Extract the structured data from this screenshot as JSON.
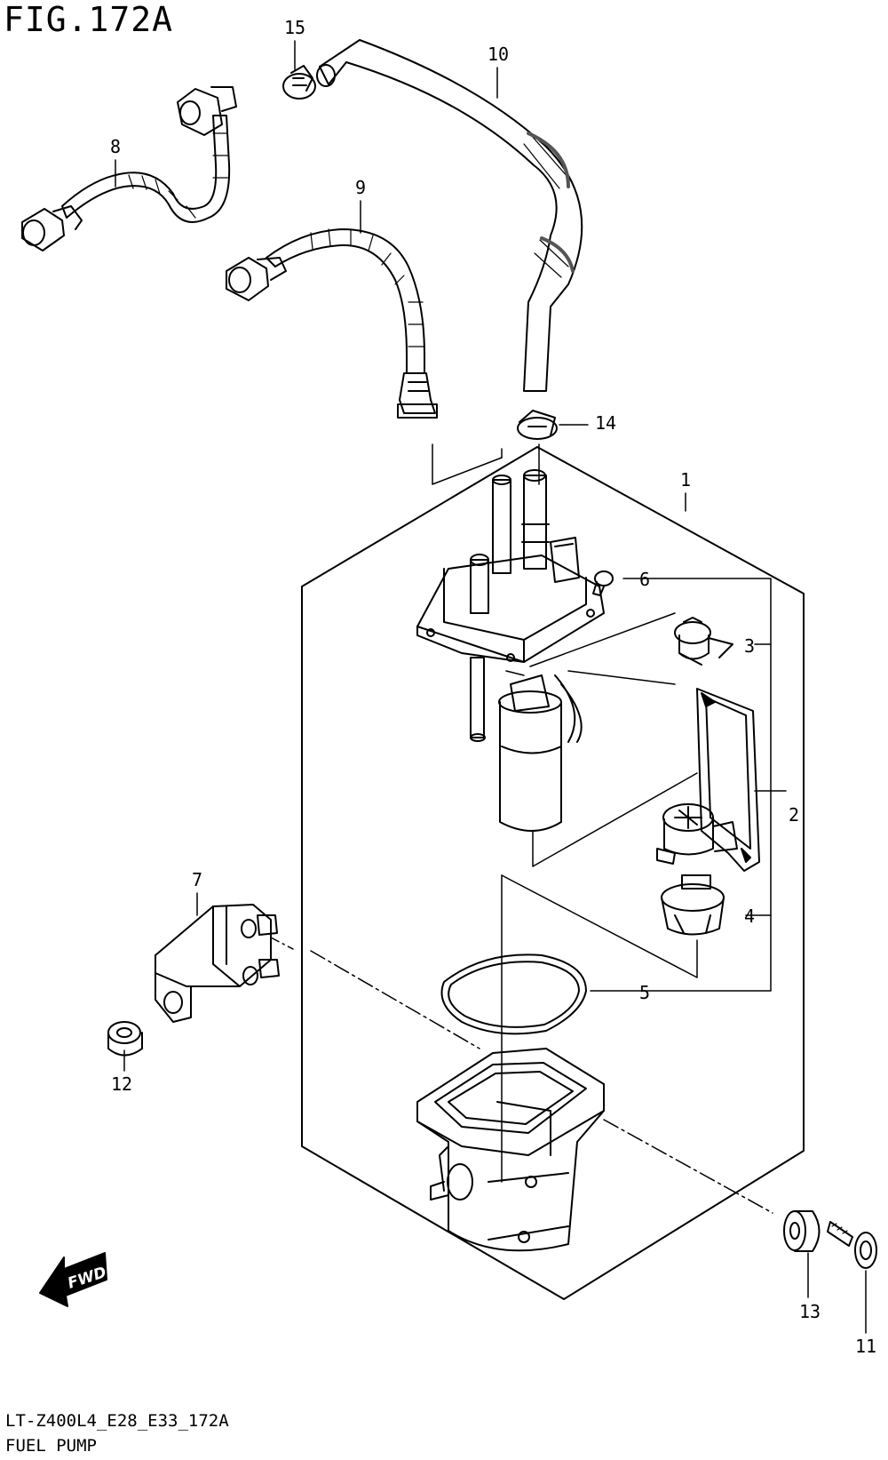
{
  "figure": {
    "title": "FIG.172A",
    "model_code": "LT-Z400L4_E28_E33_172A",
    "name": "FUEL PUMP"
  },
  "callouts": [
    "1",
    "2",
    "3",
    "4",
    "5",
    "6",
    "7",
    "8",
    "9",
    "10",
    "11",
    "12",
    "13",
    "14",
    "15"
  ],
  "direction_label": "FWD"
}
